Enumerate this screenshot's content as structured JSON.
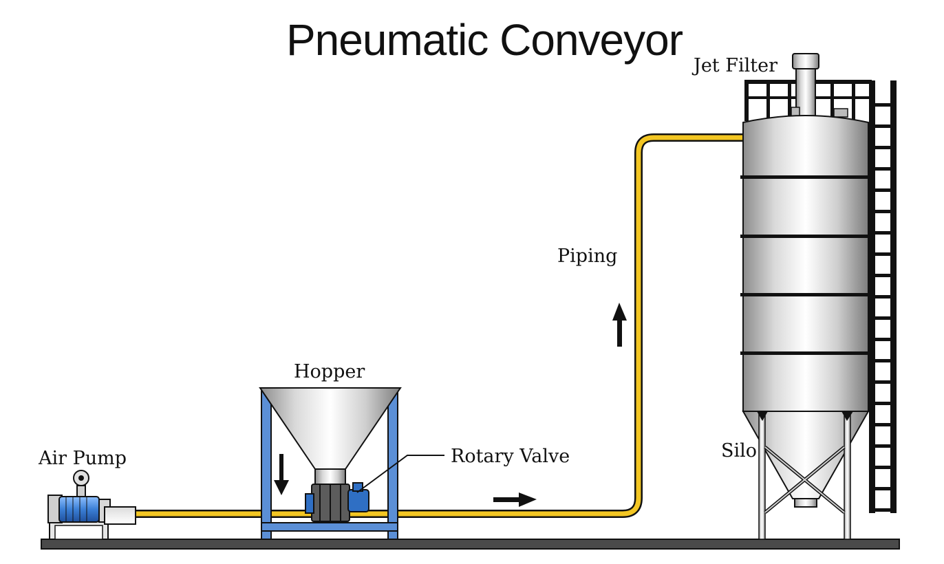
{
  "title": "Pneumatic Conveyor",
  "labels": {
    "jet_filter": "Jet Filter",
    "piping": "Piping",
    "hopper": "Hopper",
    "rotary_valve": "Rotary Valve",
    "air_pump": "Air Pump",
    "silo": "Silo"
  },
  "colors": {
    "pipe": "#f3c623",
    "frame_blue": "#5b8fd6",
    "motor_blue": "#2f6fc4",
    "ground": "#4a4a4a",
    "outline": "#111111"
  },
  "icons": [
    "down-arrow-icon",
    "right-arrow-icon",
    "up-arrow-icon"
  ]
}
